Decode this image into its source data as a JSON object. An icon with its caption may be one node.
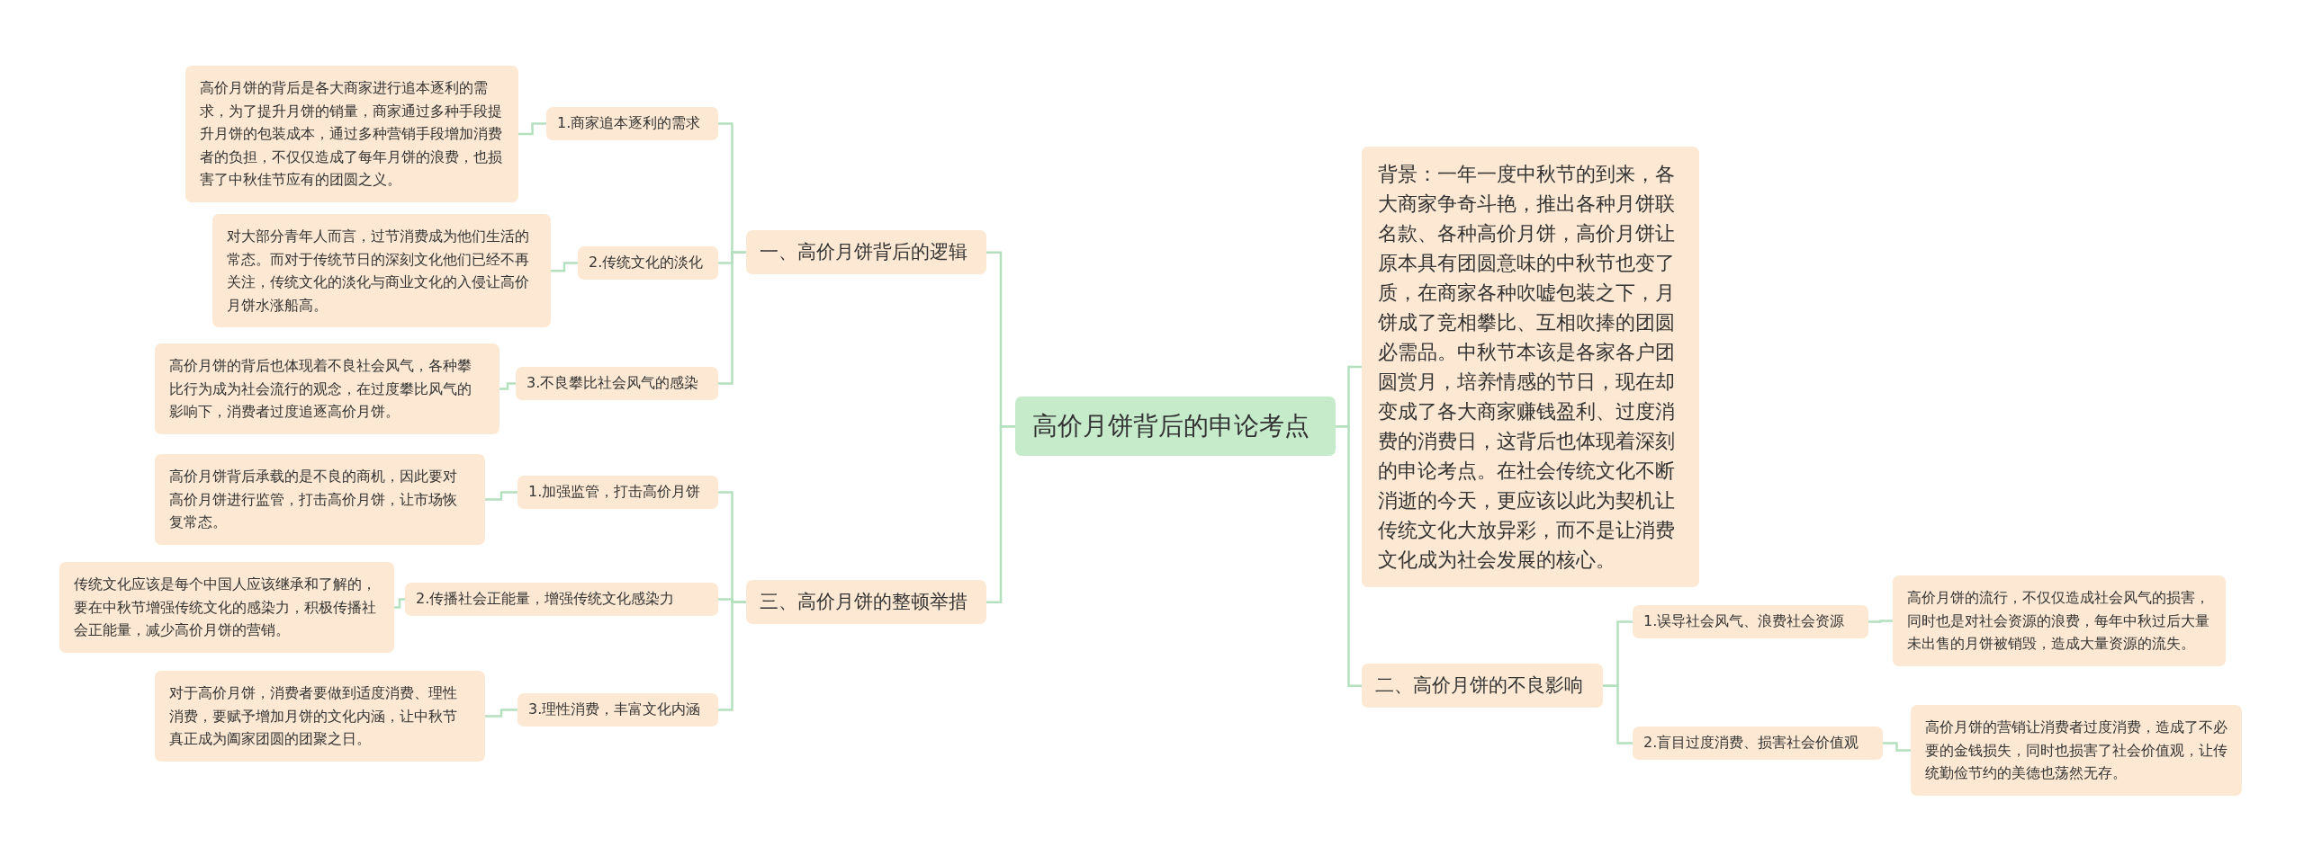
{
  "diagram": {
    "nodes": [
      {
        "text": [
          "高价月饼背后的申论考点"
        ]
      },
      {
        "text": [
          "一、高价月饼背后的逻辑"
        ]
      },
      {
        "text": [
          "1.商家追本逐利的需求"
        ]
      },
      {
        "text": [
          "高价月饼的背后是各大商家进行追本逐利的需求，为了提升月饼的销量，商家通过多种手段提升月饼的包装成本，通过多种营销手段增加消费者的负担，不仅仅造成了每年月饼的浪费，也损害了中秋佳节应有的团圆之义。"
        ]
      },
      {
        "text": [
          "2.传统文化的淡化"
        ]
      },
      {
        "text": [
          "对大部分青年人而言，过节消费成为他们生活的常态。而对于传统节日的深刻文化他们已经不再关注，传统文化的淡化与商业文化的入侵让高价月饼水涨船高。"
        ]
      },
      {
        "text": [
          "3.不良攀比社会风气的感染"
        ]
      },
      {
        "text": [
          "高价月饼的背后也体现着不良社会风气，各种攀比行为成为社会流行的观念，在过度攀比风气的影响下，消费者过度追逐高价月饼。"
        ]
      },
      {
        "text": [
          "三、高价月饼的整顿举措"
        ]
      },
      {
        "text": [
          "1.加强监管，打击高价月饼"
        ]
      },
      {
        "text": [
          "高价月饼背后承载的是不良的商机，因此要对高价月饼进行监管，打击高价月饼，让市场恢复常态。"
        ]
      },
      {
        "text": [
          "2.传播社会正能量，增强传统文化感染力"
        ]
      },
      {
        "text": [
          "传统文化应该是每个中国人应该继承和了解的，要在中秋节增强传统文化的感染力，积极传播社会正能量，减少高价月饼的营销。"
        ]
      },
      {
        "text": [
          "3.理性消费，丰富文化内涵"
        ]
      },
      {
        "text": [
          "对于高价月饼，消费者要做到适度消费、理性消费，要赋予增加月饼的文化内涵，让中秋节真正成为阖家团圆的团聚之日。"
        ]
      },
      {
        "text": [
          "背景：一年一度中秋节的到来，各大商家争奇斗艳，推出各种月饼联名款、各种高价月饼，高价月饼让原本具有团圆意味的中秋节也变了质，在商家各种吹嘘包装之下，月饼成了竞相攀比、互相吹捧的团圆必需品。中秋节本该是各家各户团圆赏月，培养情感的节日，现在却变成了各大商家赚钱盈利、过度消费的消费日，这背后也体现着深刻的申论考点。在社会传统文化不断消逝的今天，更应该以此为契机让传统文化大放异彩，而不是让消费文化成为社会发展的核心。"
        ]
      },
      {
        "text": [
          "二、高价月饼的不良影响"
        ]
      },
      {
        "text": [
          "1.误导社会风气、浪费社会资源"
        ]
      },
      {
        "text": [
          "高价月饼的流行，不仅仅造成社会风气的损害，同时也是对社会资源的浪费，每年中秋过后大量未出售的月饼被销毁，造成大量资源的流失。"
        ]
      },
      {
        "text": [
          "2.盲目过度消费、损害社会价值观"
        ]
      },
      {
        "text": [
          "高价月饼的营销让消费者过度消费，造成了不必要的金钱损失，同时也损害了社会价值观，让传统勤俭节约的美德也荡然无存。"
        ]
      }
    ],
    "edges": [
      {
        "from": 0,
        "to": 1,
        "arrow": "none"
      },
      {
        "from": 1,
        "to": 2,
        "arrow": "none"
      },
      {
        "from": 2,
        "to": 3,
        "arrow": "none"
      },
      {
        "from": 1,
        "to": 4,
        "arrow": "none"
      },
      {
        "from": 4,
        "to": 5,
        "arrow": "none"
      },
      {
        "from": 1,
        "to": 6,
        "arrow": "none"
      },
      {
        "from": 6,
        "to": 7,
        "arrow": "none"
      },
      {
        "from": 0,
        "to": 8,
        "arrow": "none"
      },
      {
        "from": 8,
        "to": 9,
        "arrow": "none"
      },
      {
        "from": 9,
        "to": 10,
        "arrow": "none"
      },
      {
        "from": 8,
        "to": 11,
        "arrow": "none"
      },
      {
        "from": 11,
        "to": 12,
        "arrow": "none"
      },
      {
        "from": 8,
        "to": 13,
        "arrow": "none"
      },
      {
        "from": 13,
        "to": 14,
        "arrow": "none"
      },
      {
        "from": 0,
        "to": 15,
        "arrow": "none"
      },
      {
        "from": 0,
        "to": 16,
        "arrow": "none"
      },
      {
        "from": 16,
        "to": 17,
        "arrow": "none"
      },
      {
        "from": 17,
        "to": 18,
        "arrow": "none"
      },
      {
        "from": 16,
        "to": 19,
        "arrow": "none"
      },
      {
        "from": 19,
        "to": 20,
        "arrow": "none"
      }
    ]
  }
}
